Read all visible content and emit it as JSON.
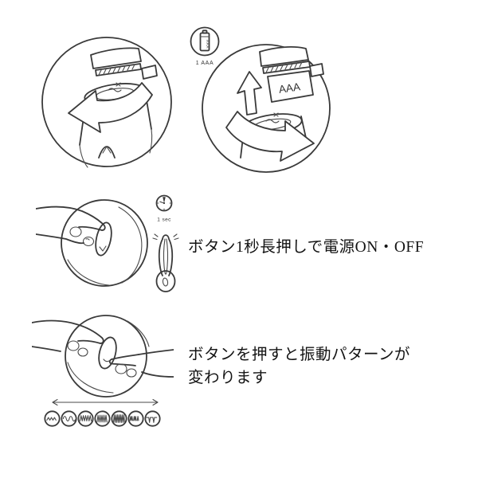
{
  "colors": {
    "background": "#ffffff",
    "line_art_ink": "#3a3a3a",
    "text_ink": "#141414"
  },
  "battery_badge": {
    "label": "1 AAA",
    "battery_text": "AAA"
  },
  "step_insert": {
    "compartment_label": "AAA"
  },
  "step_power": {
    "clock_label": "1 sec",
    "caption": "ボタン1秒長押しで電源ON・OFF"
  },
  "step_pattern": {
    "caption_line1": "ボタンを押すと振動パターンが",
    "caption_line2": "変わります",
    "pattern_icons": [
      "gentle-wave",
      "sine-wave",
      "fast-zigzag",
      "dense-zigzag",
      "ultra-dense-zigzag",
      "pulse-burst",
      "intermittent-pulse"
    ]
  }
}
